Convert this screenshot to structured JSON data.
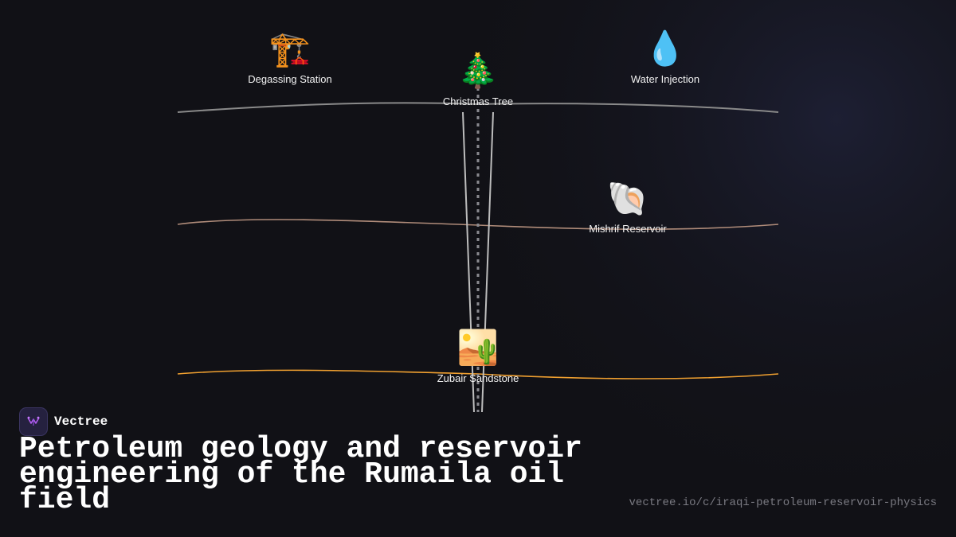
{
  "diagram": {
    "nodes": [
      {
        "id": "degassing",
        "icon": "crane-icon",
        "emoji": "🏗️",
        "label": "Degassing Station"
      },
      {
        "id": "tree",
        "icon": "christmas-tree-icon",
        "emoji": "🎄",
        "label": "Christmas Tree"
      },
      {
        "id": "water",
        "icon": "droplet-icon",
        "emoji": "💧",
        "label": "Water Injection"
      },
      {
        "id": "mishrif",
        "icon": "shell-icon",
        "emoji": "🐚",
        "label": "Mishrif Reservoir"
      },
      {
        "id": "zubair",
        "icon": "desert-icon",
        "emoji": "🏜️",
        "label": "Zubair Sandstone"
      }
    ],
    "horizons": [
      {
        "id": "surface",
        "color": "#8a8a8a"
      },
      {
        "id": "mishrif-top",
        "color": "#b08c7a"
      },
      {
        "id": "zubair-top",
        "color": "#f0a030"
      }
    ],
    "wellbore_color": "#bdbdbd",
    "centerline_color": "#8a8a90"
  },
  "brand": {
    "name": "Vectree"
  },
  "title": "Petroleum geology and reservoir engineering of the Rumaila oil field",
  "url": "vectree.io/c/iraqi-petroleum-reservoir-physics"
}
